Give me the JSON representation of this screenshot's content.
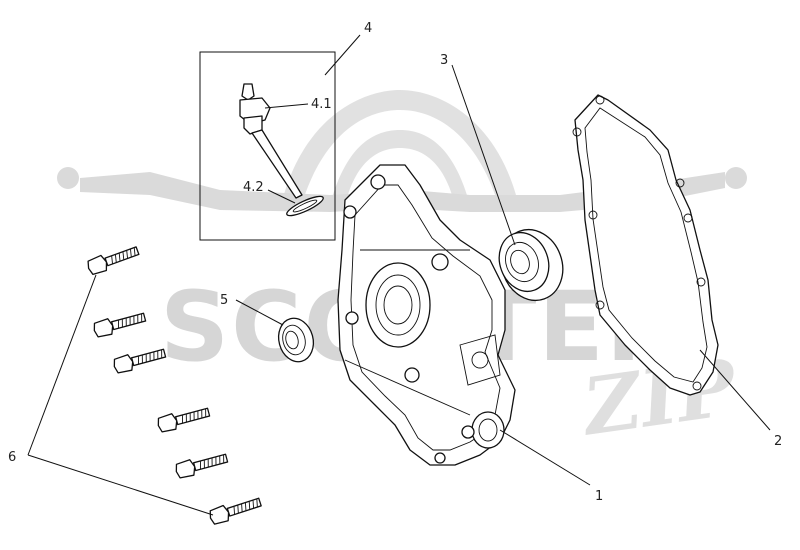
{
  "diagram": {
    "watermark": {
      "text": "SCOOTER",
      "logo_suffix": "ZIP",
      "color": "#d2d2d2"
    },
    "callouts": [
      {
        "id": "1",
        "label": "1"
      },
      {
        "id": "2",
        "label": "2"
      },
      {
        "id": "3",
        "label": "3"
      },
      {
        "id": "4",
        "label": "4"
      },
      {
        "id": "4.1",
        "label": "4.1"
      },
      {
        "id": "4.2",
        "label": "4.2"
      },
      {
        "id": "5",
        "label": "5"
      },
      {
        "id": "6",
        "label": "6"
      }
    ],
    "line_color": "#111111",
    "background": "#ffffff"
  }
}
